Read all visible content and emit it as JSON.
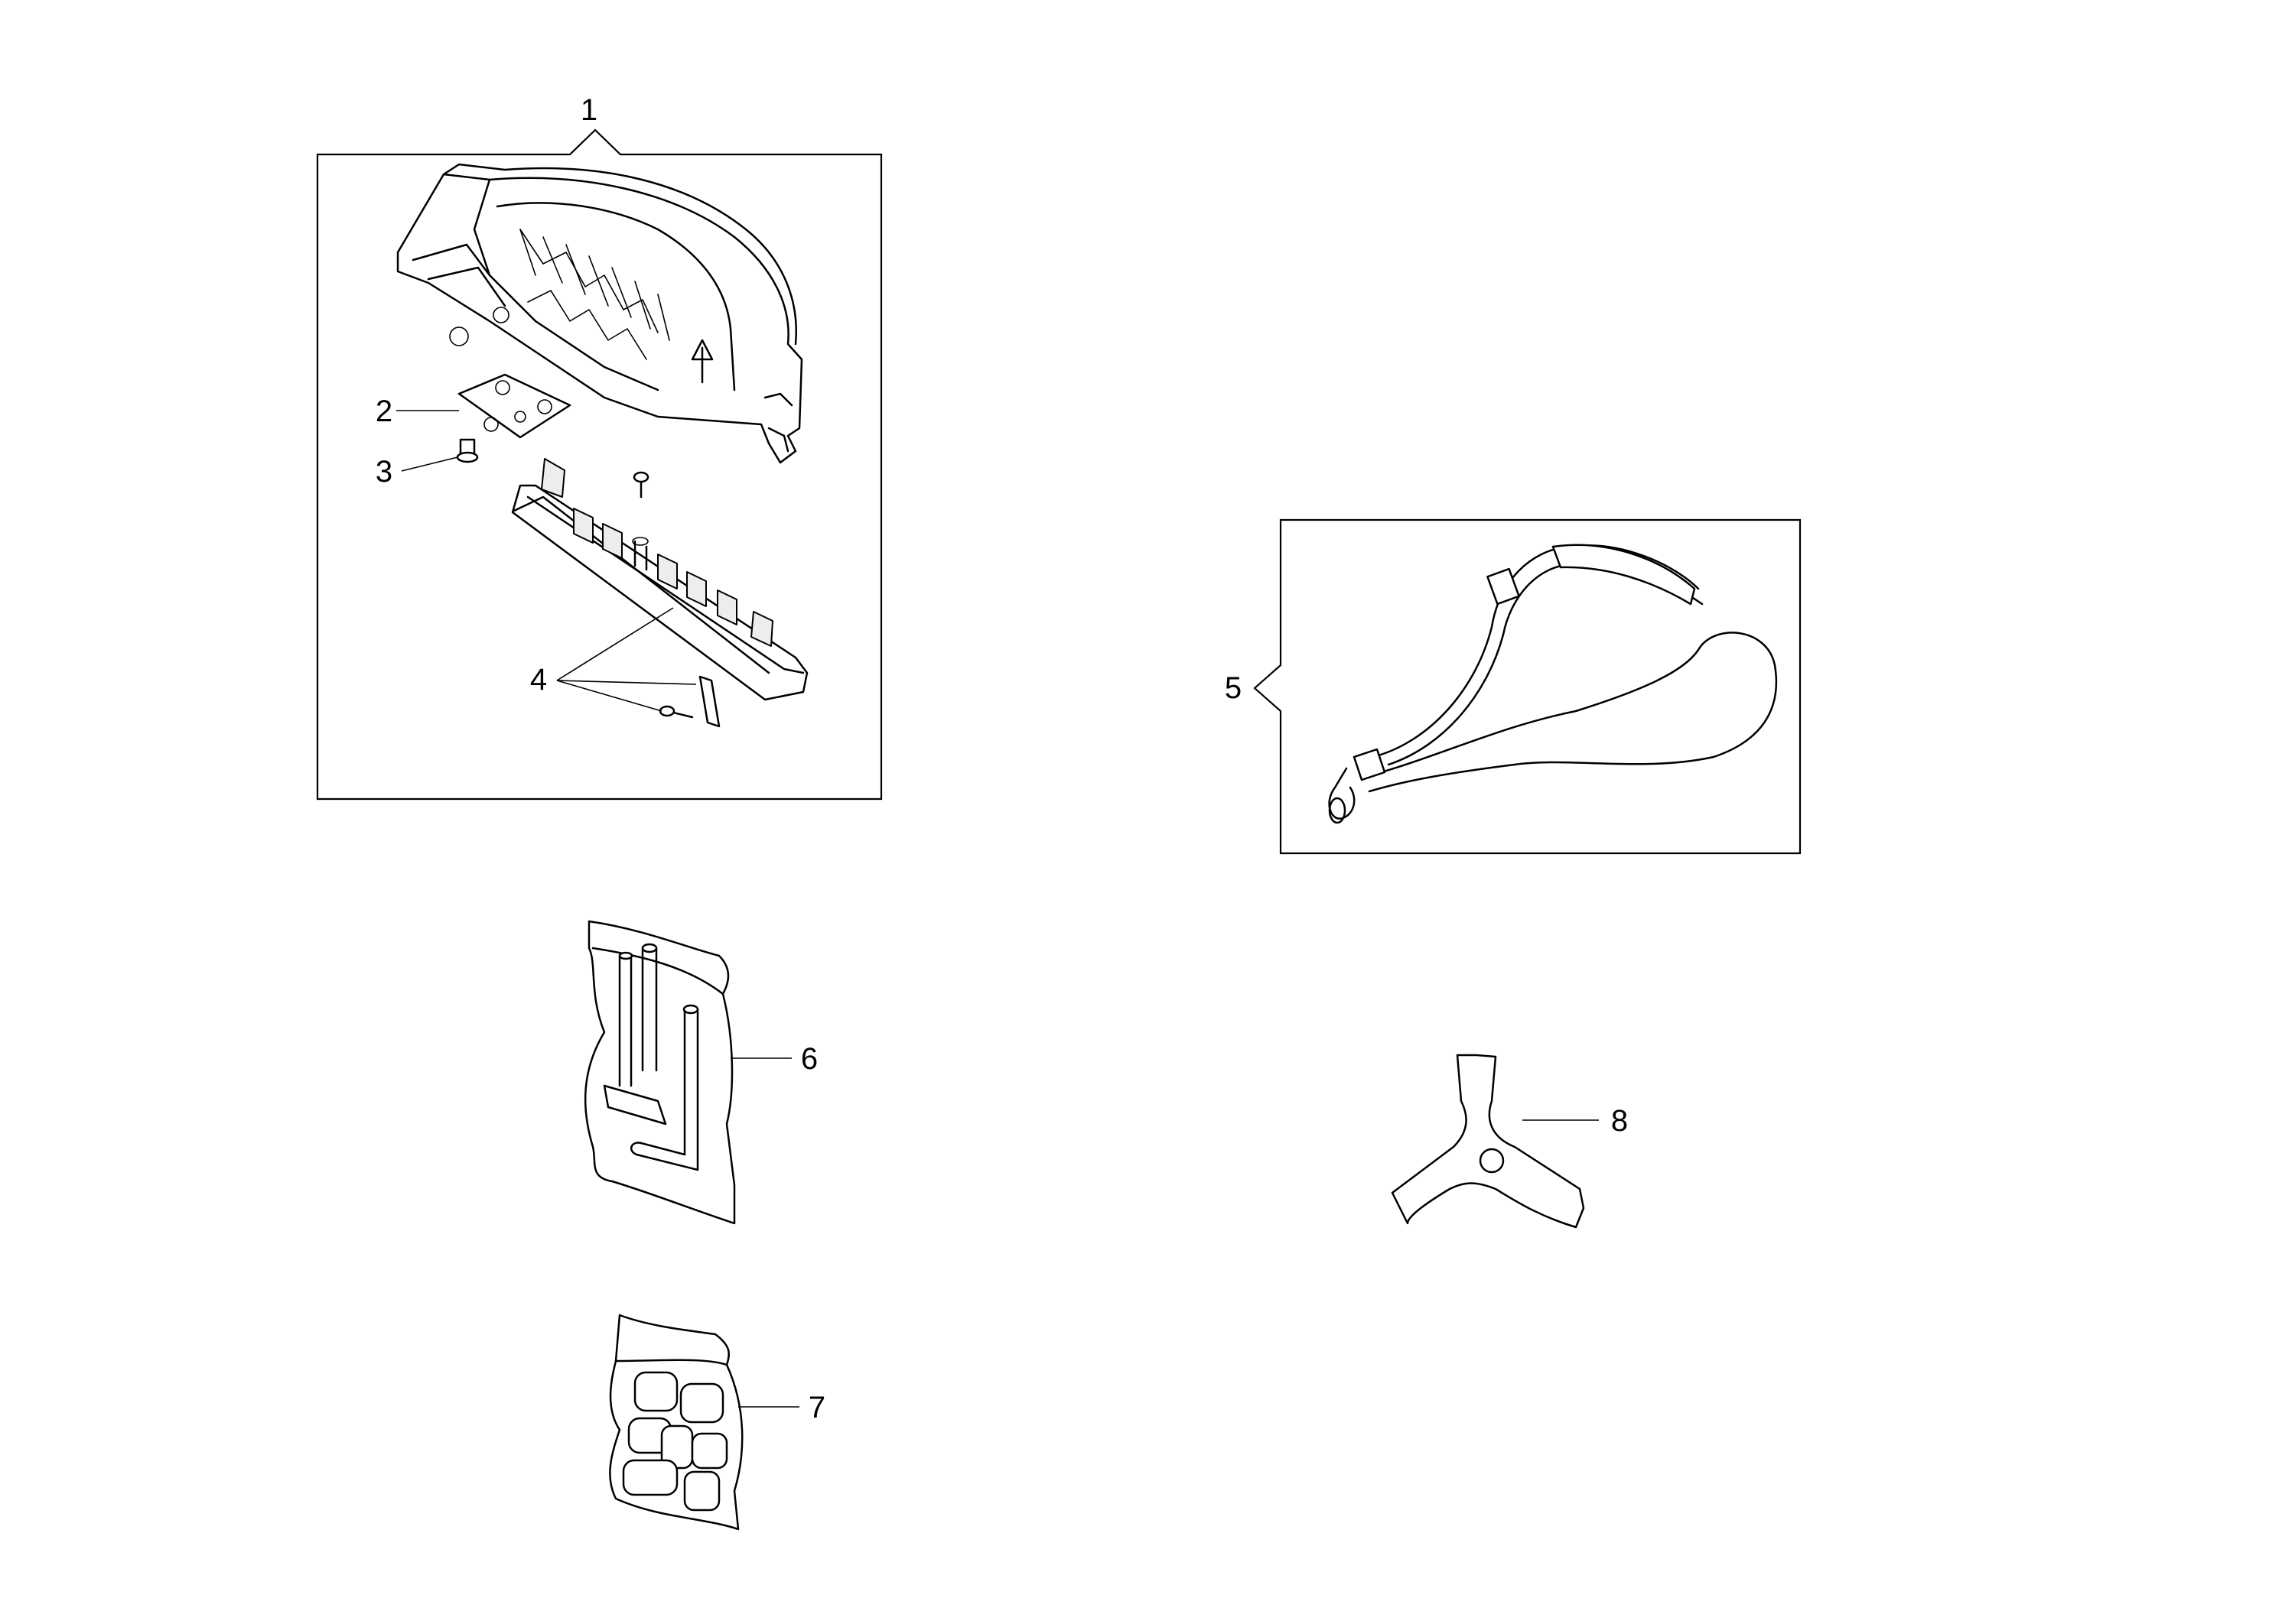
{
  "diagram": {
    "callouts": [
      {
        "id": "1",
        "label": "1"
      },
      {
        "id": "2",
        "label": "2"
      },
      {
        "id": "3",
        "label": "3"
      },
      {
        "id": "4",
        "label": "4"
      },
      {
        "id": "5",
        "label": "5"
      },
      {
        "id": "6",
        "label": "6"
      },
      {
        "id": "7",
        "label": "7"
      },
      {
        "id": "8",
        "label": "8"
      }
    ],
    "parts": [
      {
        "callout": "1",
        "icon": "blade-guard-icon"
      },
      {
        "callout": "2",
        "icon": "mounting-plate-icon"
      },
      {
        "callout": "3",
        "icon": "screw-icon"
      },
      {
        "callout": "4",
        "icon": "guard-extension-icon"
      },
      {
        "callout": "5",
        "icon": "shoulder-strap-icon"
      },
      {
        "callout": "6",
        "icon": "tool-kit-icon"
      },
      {
        "callout": "7",
        "icon": "spare-parts-bag-icon"
      },
      {
        "callout": "8",
        "icon": "three-tooth-blade-icon"
      }
    ]
  }
}
